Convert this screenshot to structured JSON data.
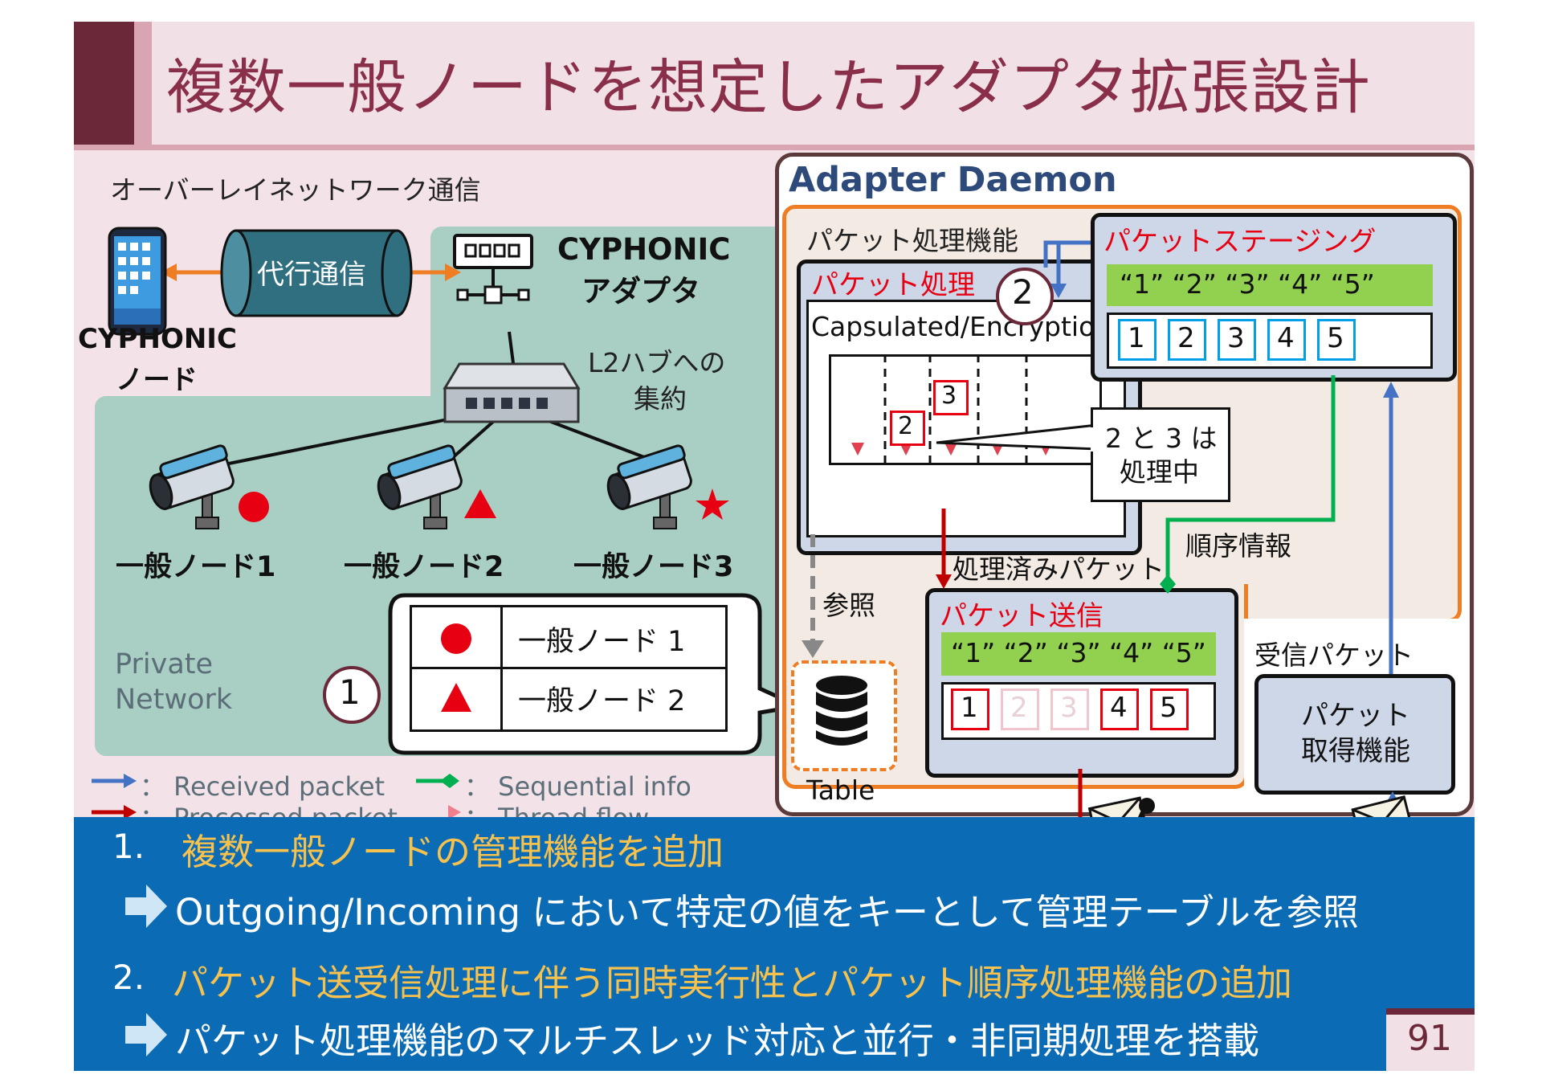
{
  "title": "複数一般ノードを想定したアダプタ拡張設計",
  "left": {
    "overlay_label": "オーバーレイネットワーク通信",
    "proxy_label": "代行通信",
    "cyphonic_node": [
      "CYPHONIC",
      "ノード"
    ],
    "cyphonic_adapter": [
      "CYPHONIC",
      "アダプタ"
    ],
    "l2hub": [
      "L2ハブへの",
      "集約"
    ],
    "nodes": [
      "一般ノード1",
      "一般ノード2",
      "一般ノード3"
    ],
    "private_network": [
      "Private",
      "Network"
    ],
    "step1": "1",
    "table_rows": [
      "一般ノード 1",
      "一般ノード 2"
    ]
  },
  "legend": {
    "received": "： Received packet",
    "processed": "： Processed packet",
    "sequential": "： Sequential info",
    "thread": "： Thread flow"
  },
  "daemon": {
    "title": "Adapter Daemon",
    "packet_func": "パケット処理機能",
    "packet_proc": "パケット処理",
    "capsulated": "Capsulated/Encryption",
    "step2": "2",
    "callout": [
      "2 と 3 は",
      "処理中"
    ],
    "thread_nums": [
      "2",
      "3"
    ],
    "staging": "パケットステージング",
    "seq_labels": "“1” “2” “3” “4” “5”",
    "staging_boxes": [
      "1",
      "2",
      "3",
      "4",
      "5"
    ],
    "send": "パケット送信",
    "send_seq": "“1” “2” “3” “4” “5”",
    "send_boxes": [
      "1",
      "2",
      "3",
      "4",
      "5"
    ],
    "processed_packet": "処理済みパケット",
    "order_info": "順序情報",
    "reference": "参照",
    "table": "Table",
    "recv_packet": "受信パケット",
    "acquire": [
      "パケット",
      "取得機能"
    ]
  },
  "bullets": {
    "b1_num": "1.",
    "b1": "複数一般ノードの管理機能を追加",
    "b1_sub": "Outgoing/Incoming において特定の値をキーとして管理テーブルを参照",
    "b2_num": "2.",
    "b2": "パケット送受信処理に伴う同時実行性とパケット順序処理機能の追加",
    "b2_sub": "パケット処理機能のマルチスレッド対応と並行・非同期処理を搭載"
  },
  "page_number": "91"
}
